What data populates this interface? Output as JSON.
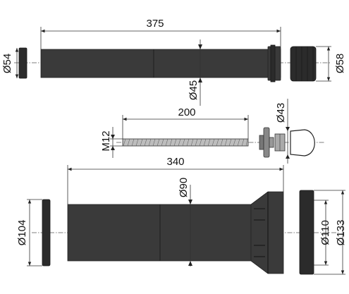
{
  "dimensions": {
    "pipe_length": "375",
    "pipe_end_diameter": "Ø54",
    "gasket_diameter": "Ø58",
    "pipe_diameter": "Ø45",
    "rod_length": "200",
    "rod_thread": "M12",
    "cap_diameter": "Ø43",
    "bend_length": "340",
    "bend_diameter": "Ø90",
    "ring_diameter": "Ø104",
    "cuff_inner_diameter": "Ø110",
    "cuff_outer_diameter": "Ø133"
  },
  "colors": {
    "part": "#3a3a3a",
    "line": "#333333"
  }
}
